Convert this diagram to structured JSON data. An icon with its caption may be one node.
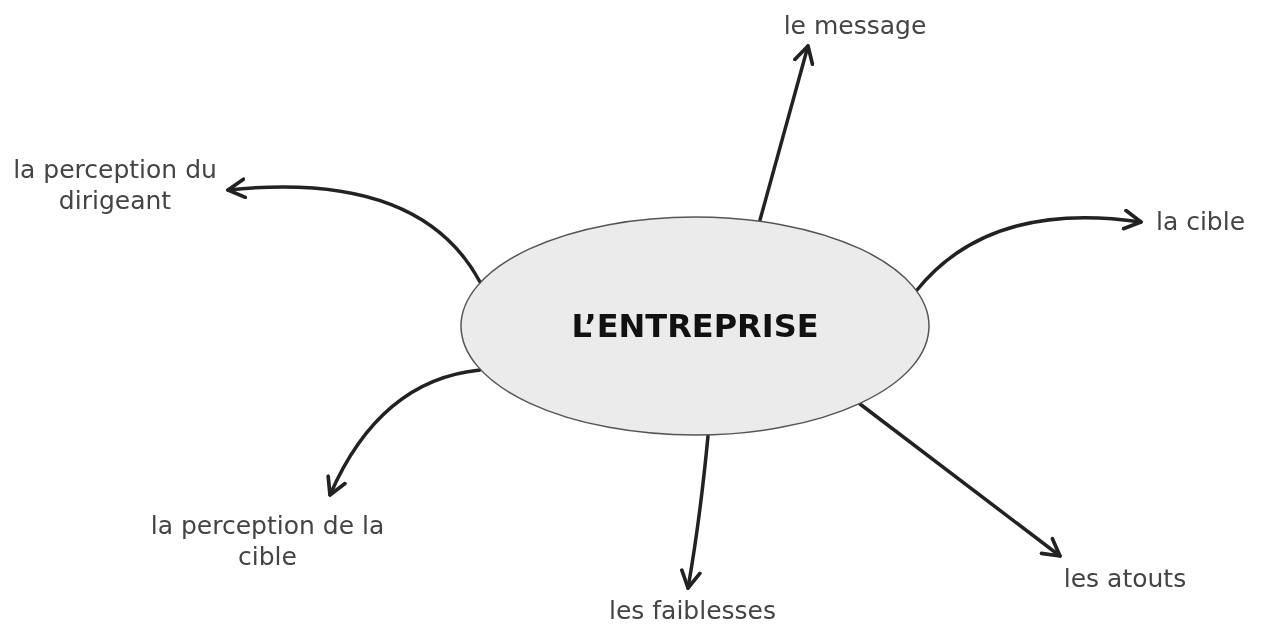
{
  "diagram": {
    "nodes": [
      {
        "text": [
          "L’ENTREPRISE"
        ]
      },
      {
        "text": [
          "le message"
        ]
      },
      {
        "text": [
          "la perception du dirigeant"
        ]
      },
      {
        "text": [
          "la cible"
        ]
      },
      {
        "text": [
          "la perception de la cible"
        ]
      },
      {
        "text": [
          "les faiblesses"
        ]
      },
      {
        "text": [
          "les atouts"
        ]
      }
    ],
    "edges": [
      {
        "from": 0,
        "to": 1,
        "arrow": "to"
      },
      {
        "from": 0,
        "to": 2,
        "arrow": "to"
      },
      {
        "from": 0,
        "to": 3,
        "arrow": "to"
      },
      {
        "from": 0,
        "to": 4,
        "arrow": "to"
      },
      {
        "from": 0,
        "to": 5,
        "arrow": "to"
      },
      {
        "from": 0,
        "to": 6,
        "arrow": "to"
      }
    ]
  }
}
